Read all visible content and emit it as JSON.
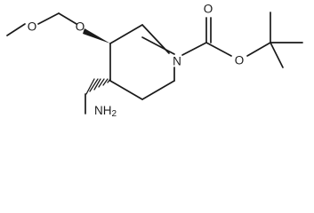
{
  "molecule": {
    "atoms": {
      "ring_nitrogen": "N",
      "carbonyl_oxygen": "O",
      "ester_oxygen": "O",
      "ether_oxygen_ring": "O",
      "ether_oxygen_methyl": "O",
      "amine": "NH2"
    }
  }
}
